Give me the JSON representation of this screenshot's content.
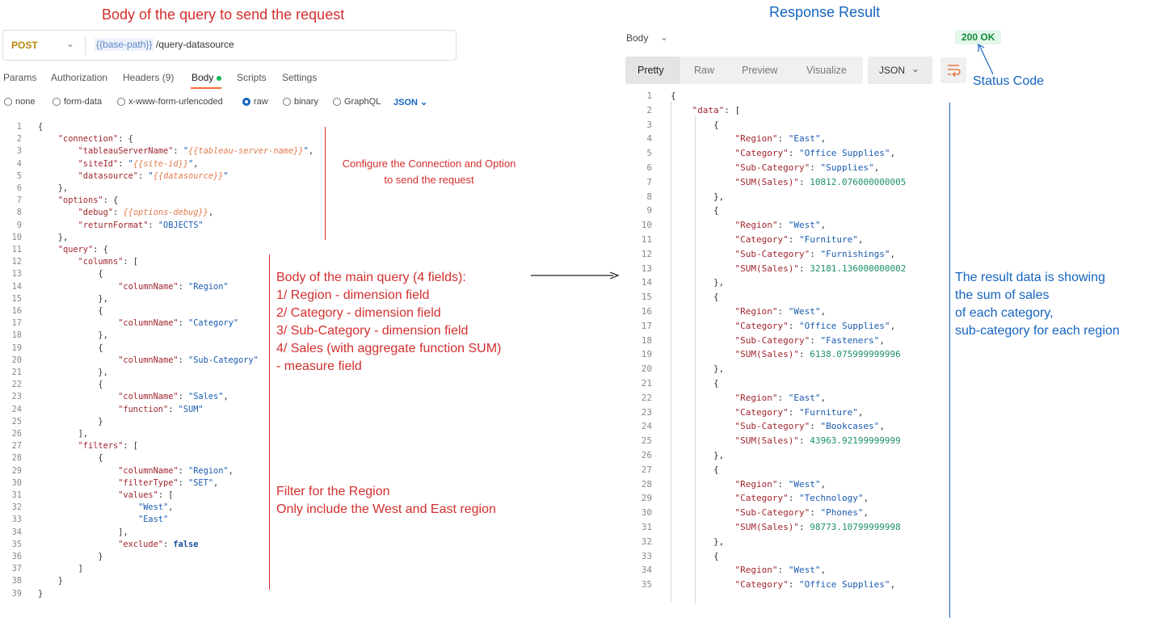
{
  "left_title": "Body of the query to send the request",
  "request": {
    "method": "POST",
    "url_variable": "{{base-path}}",
    "url_path": "/query-datasource",
    "tabs": [
      "Params",
      "Authorization",
      "Headers (9)",
      "Body",
      "Scripts",
      "Settings"
    ],
    "active_tab": "Body",
    "body_types": [
      "none",
      "form-data",
      "x-www-form-urlencoded",
      "raw",
      "binary",
      "GraphQL"
    ],
    "selected_body_type": "raw",
    "format": "JSON"
  },
  "annotations": {
    "connection": [
      "Configure the Connection and Option",
      "to send the request"
    ],
    "query": [
      "Body of the main query (4 fields):",
      "1/ Region - dimension field",
      "2/ Category - dimension field",
      "3/ Sub-Category - dimension field",
      "4/ Sales (with aggregate function SUM)",
      "- measure field"
    ],
    "filter": [
      "Filter for the Region",
      "Only include the West and East region"
    ],
    "status": "Status Code",
    "result": [
      "The result data is showing",
      "the sum of sales",
      "of each category,",
      "sub-category for each region"
    ]
  },
  "right_title": "Response Result",
  "response": {
    "body_label": "Body",
    "status": "200 OK",
    "tabs": [
      "Pretty",
      "Raw",
      "Preview",
      "Visualize"
    ],
    "active_tab": "Pretty",
    "format": "JSON"
  },
  "request_code": [
    "{",
    "    \"connection\": {",
    "        \"tableauServerName\": \"{{tableau-server-name}}\",",
    "        \"siteId\": \"{{site-id}}\",",
    "        \"datasource\": \"{{datasource}}\"",
    "    },",
    "    \"options\": {",
    "        \"debug\": {{options-debug}},",
    "        \"returnFormat\": \"OBJECTS\"",
    "    },",
    "    \"query\": {",
    "        \"columns\": [",
    "            {",
    "                \"columnName\": \"Region\"",
    "            },",
    "            {",
    "                \"columnName\": \"Category\"",
    "            },",
    "            {",
    "                \"columnName\": \"Sub-Category\"",
    "            },",
    "            {",
    "                \"columnName\": \"Sales\",",
    "                \"function\": \"SUM\"",
    "            }",
    "        ],",
    "        \"filters\": [",
    "            {",
    "                \"columnName\": \"Region\",",
    "                \"filterType\": \"SET\",",
    "                \"values\": [",
    "                    \"West\",",
    "                    \"East\"",
    "                ],",
    "                \"exclude\": false",
    "            }",
    "        ]",
    "    }",
    "}"
  ],
  "response_code": [
    "{",
    "    \"data\": [",
    "        {",
    "            \"Region\": \"East\",",
    "            \"Category\": \"Office Supplies\",",
    "            \"Sub-Category\": \"Supplies\",",
    "            \"SUM(Sales)\": 10812.076000000005",
    "        },",
    "        {",
    "            \"Region\": \"West\",",
    "            \"Category\": \"Furniture\",",
    "            \"Sub-Category\": \"Furnishings\",",
    "            \"SUM(Sales)\": 32181.136000000002",
    "        },",
    "        {",
    "            \"Region\": \"West\",",
    "            \"Category\": \"Office Supplies\",",
    "            \"Sub-Category\": \"Fasteners\",",
    "            \"SUM(Sales)\": 6138.075999999996",
    "        },",
    "        {",
    "            \"Region\": \"East\",",
    "            \"Category\": \"Furniture\",",
    "            \"Sub-Category\": \"Bookcases\",",
    "            \"SUM(Sales)\": 43963.92199999999",
    "        },",
    "        {",
    "            \"Region\": \"West\",",
    "            \"Category\": \"Technology\",",
    "            \"Sub-Category\": \"Phones\",",
    "            \"SUM(Sales)\": 98773.10799999998",
    "        },",
    "        {",
    "            \"Region\": \"West\",",
    "            \"Category\": \"Office Supplies\","
  ]
}
